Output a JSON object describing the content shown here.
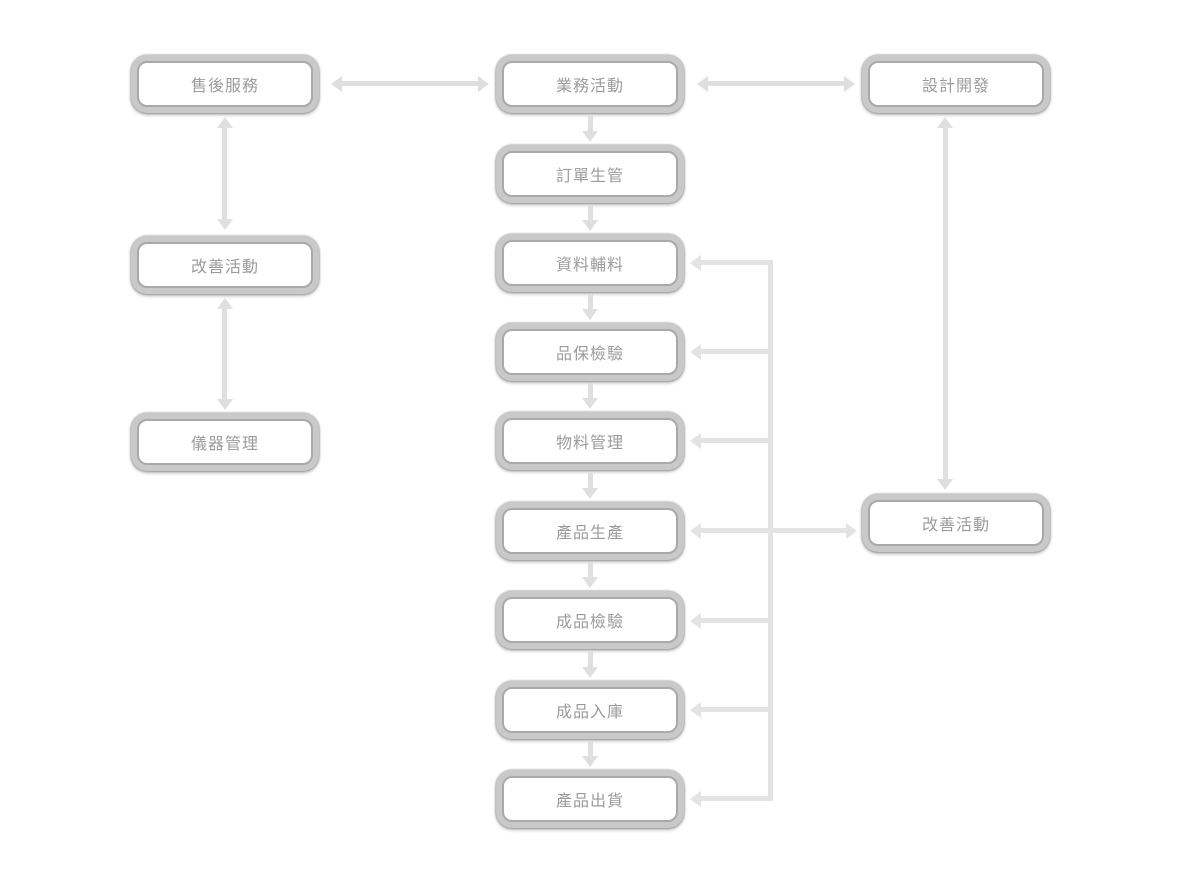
{
  "diagram": {
    "type": "flowchart",
    "language": "zh-TW",
    "colors": {
      "background": "#ffffff",
      "node_fill": "#ffffff",
      "node_border": "#a9a9a9",
      "node_glow": "#c9c9c9",
      "node_text": "#9b9b9b",
      "arrow": "#dfdfdf",
      "feedback_arrow": "#e3e3e3"
    },
    "nodes": [
      {
        "id": "after-sales-service",
        "label": "售後服務"
      },
      {
        "id": "improvement-activity-left",
        "label": "改善活動"
      },
      {
        "id": "instrument-management",
        "label": "儀器管理"
      },
      {
        "id": "business-activity",
        "label": "業務活動"
      },
      {
        "id": "order-production-control",
        "label": "訂單生管"
      },
      {
        "id": "materials-and-auxiliary",
        "label": "資料輔料"
      },
      {
        "id": "qa-inspection",
        "label": "品保檢驗"
      },
      {
        "id": "material-management",
        "label": "物料管理"
      },
      {
        "id": "product-production",
        "label": "產品生產"
      },
      {
        "id": "finished-goods-inspection",
        "label": "成品檢驗"
      },
      {
        "id": "finished-goods-warehousing",
        "label": "成品入庫"
      },
      {
        "id": "product-shipment",
        "label": "產品出貨"
      },
      {
        "id": "design-development",
        "label": "設計開發"
      },
      {
        "id": "improvement-activity-right",
        "label": "改善活動"
      }
    ],
    "edges": [
      {
        "from": "after-sales-service",
        "to": "business-activity",
        "direction": "both"
      },
      {
        "from": "business-activity",
        "to": "design-development",
        "direction": "both"
      },
      {
        "from": "after-sales-service",
        "to": "improvement-activity-left",
        "direction": "both"
      },
      {
        "from": "improvement-activity-left",
        "to": "instrument-management",
        "direction": "both"
      },
      {
        "from": "business-activity",
        "to": "order-production-control",
        "direction": "down"
      },
      {
        "from": "order-production-control",
        "to": "materials-and-auxiliary",
        "direction": "down"
      },
      {
        "from": "materials-and-auxiliary",
        "to": "qa-inspection",
        "direction": "down"
      },
      {
        "from": "qa-inspection",
        "to": "material-management",
        "direction": "down"
      },
      {
        "from": "material-management",
        "to": "product-production",
        "direction": "down"
      },
      {
        "from": "product-production",
        "to": "finished-goods-inspection",
        "direction": "down"
      },
      {
        "from": "finished-goods-inspection",
        "to": "finished-goods-warehousing",
        "direction": "down"
      },
      {
        "from": "finished-goods-warehousing",
        "to": "product-shipment",
        "direction": "down"
      },
      {
        "from": "design-development",
        "to": "improvement-activity-right",
        "direction": "both"
      },
      {
        "from": "product-production",
        "to": "improvement-activity-right",
        "direction": "both"
      },
      {
        "from": "improvement-activity-right",
        "to": "materials-and-auxiliary",
        "direction": "feedback"
      },
      {
        "from": "improvement-activity-right",
        "to": "qa-inspection",
        "direction": "feedback"
      },
      {
        "from": "improvement-activity-right",
        "to": "material-management",
        "direction": "feedback"
      },
      {
        "from": "improvement-activity-right",
        "to": "finished-goods-inspection",
        "direction": "feedback"
      },
      {
        "from": "improvement-activity-right",
        "to": "finished-goods-warehousing",
        "direction": "feedback"
      },
      {
        "from": "improvement-activity-right",
        "to": "product-shipment",
        "direction": "feedback"
      }
    ]
  }
}
